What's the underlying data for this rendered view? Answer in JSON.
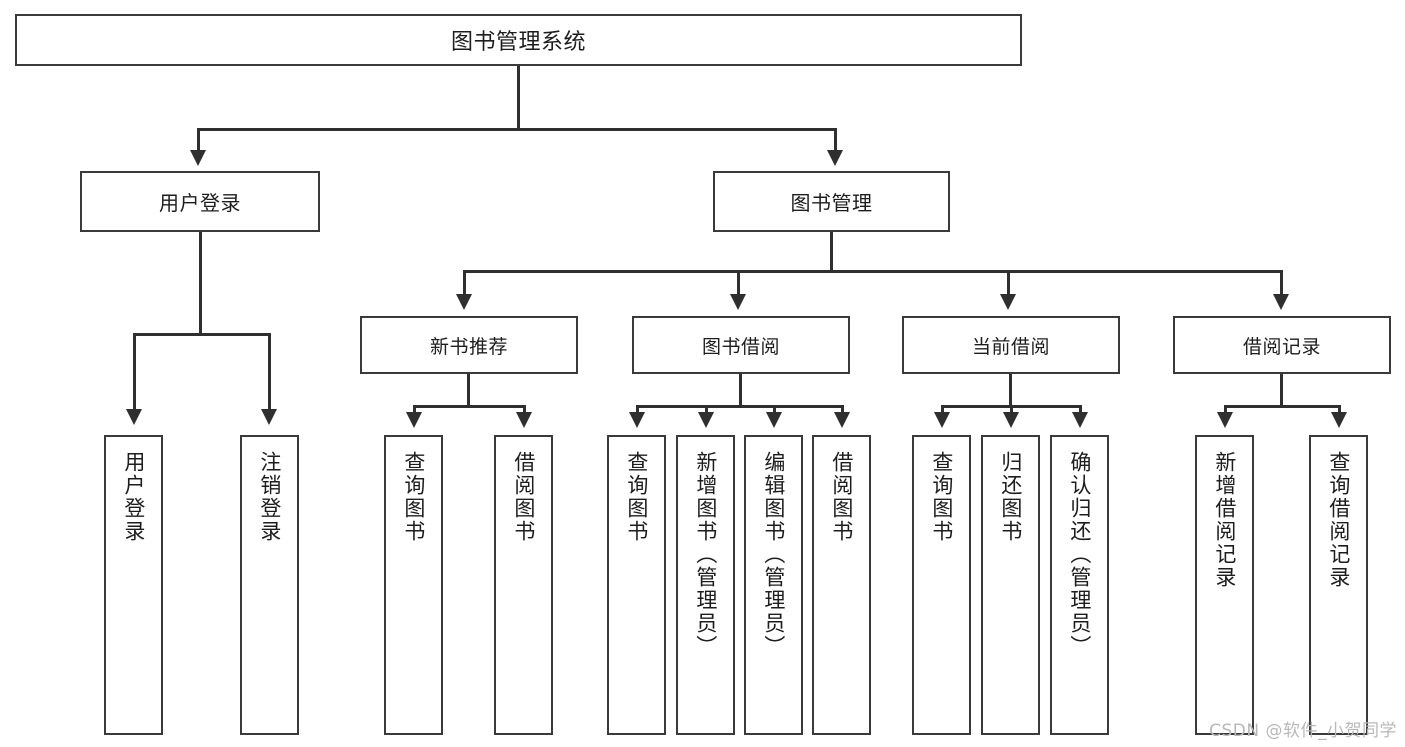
{
  "diagram": {
    "type": "tree-hierarchy-chart",
    "title": "图书管理系统",
    "root": {
      "label": "图书管理系统"
    },
    "level1": [
      {
        "label": "用户登录"
      },
      {
        "label": "图书管理"
      }
    ],
    "level2": [
      {
        "label": "新书推荐"
      },
      {
        "label": "图书借阅"
      },
      {
        "label": "当前借阅"
      },
      {
        "label": "借阅记录"
      }
    ],
    "leaves": {
      "user_login": [
        {
          "label": "用户登录"
        },
        {
          "label": "注销登录"
        }
      ],
      "new_book_recommend": [
        {
          "label": "查询图书"
        },
        {
          "label": "借阅图书"
        }
      ],
      "book_borrow": [
        {
          "label": "查询图书"
        },
        {
          "label": "新增图书（管理员）"
        },
        {
          "label": "编辑图书（管理员）"
        },
        {
          "label": "借阅图书"
        }
      ],
      "current_borrow": [
        {
          "label": "查询图书"
        },
        {
          "label": "归还图书"
        },
        {
          "label": "确认归还（管理员）"
        }
      ],
      "borrow_record": [
        {
          "label": "新增借阅记录"
        },
        {
          "label": "查询借阅记录"
        }
      ]
    },
    "watermark": "CSDN @软件_小贺同学",
    "colors": {
      "border": "#3a3a3a",
      "connector": "#2f2f2f",
      "text": "#1d1d1d",
      "background": "#ffffff",
      "watermark": "#b8b8b8"
    }
  }
}
